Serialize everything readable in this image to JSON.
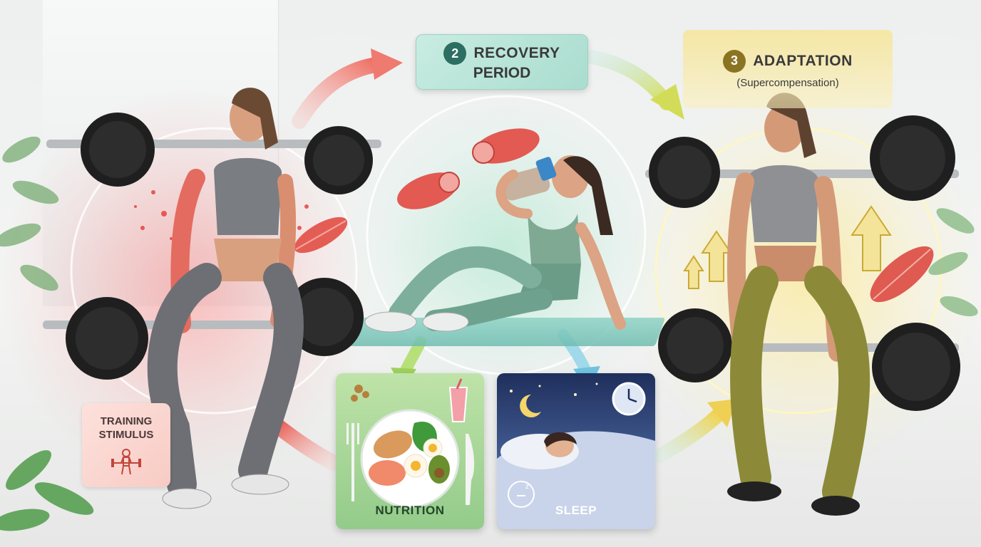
{
  "stages": {
    "recovery": {
      "number": "2",
      "line1": "RECOVERY",
      "line2": "PERIOD"
    },
    "adaptation": {
      "number": "3",
      "line1": "ADAPTATION",
      "line2": "(Supercompensation)"
    },
    "training": {
      "line1": "TRAINING",
      "line2": "STIMULUS"
    }
  },
  "cards": {
    "nutrition": {
      "label": "NUTRITION"
    },
    "sleep": {
      "label": "SLEEP"
    }
  },
  "colors": {
    "training": "#f26b6b",
    "recovery": "#7fd1b9",
    "adaptation": "#f0d05a",
    "recovery_number": "#2c6f62",
    "adaptation_number": "#8a7422"
  },
  "icons": [
    "barbell-icon",
    "muscle-fiber-icon",
    "moon-icon",
    "clock-icon",
    "sleep-face-icon",
    "fork-icon",
    "knife-icon",
    "smoothie-icon",
    "plate-icon",
    "arrow-up-icon"
  ]
}
